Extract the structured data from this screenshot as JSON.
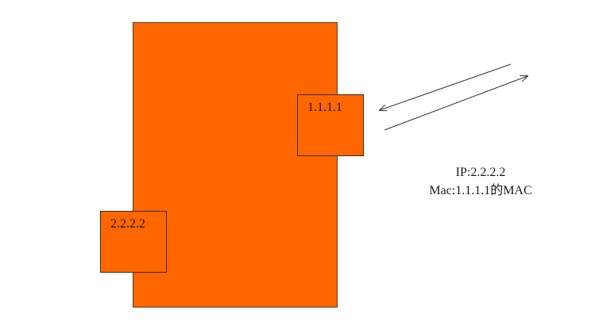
{
  "colors": {
    "device_fill": "#ff6600",
    "port_fill": "#ff6600",
    "arrow": "#333333",
    "text": "#1a1a1a"
  },
  "device": {
    "port_right": {
      "label": "1.1.1.1"
    },
    "port_left": {
      "label": "2.2.2.2"
    }
  },
  "packet": {
    "ip_line": "IP:2.2.2.2",
    "mac_line": "Mac:1.1.1.1的MAC"
  }
}
